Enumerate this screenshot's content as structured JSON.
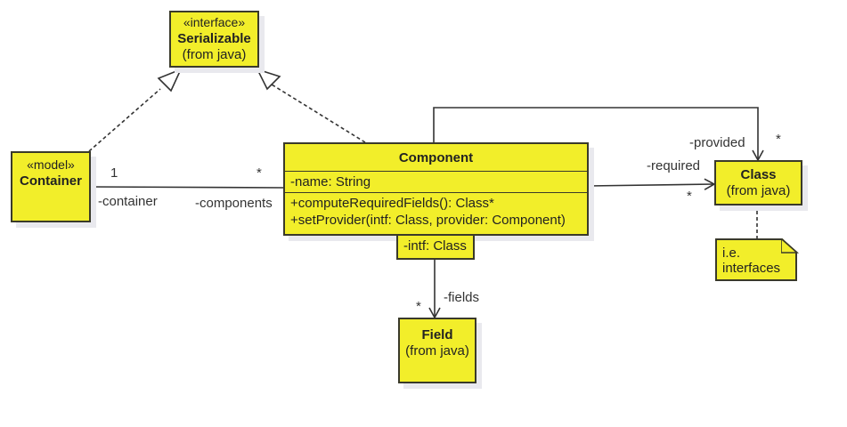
{
  "diagram": {
    "type": "uml-class-diagram",
    "colors": {
      "fill": "#f2ee2a",
      "stroke": "#3a3a2a",
      "text": "#222222"
    },
    "classes": {
      "serializable": {
        "stereotype": "«interface»",
        "name": "Serializable",
        "package": "(from java)"
      },
      "container": {
        "stereotype": "«model»",
        "name": "Container"
      },
      "component": {
        "name": "Component",
        "attributes": [
          "-name: String"
        ],
        "operations": [
          "+computeRequiredFields(): Class*",
          "+setProvider(intf: Class, provider: Component)"
        ],
        "qualifier": "-intf: Class"
      },
      "class": {
        "name": "Class",
        "package": "(from java)"
      },
      "field": {
        "name": "Field",
        "package": "(from java)"
      }
    },
    "note": {
      "lines": [
        "i.e.",
        "interfaces"
      ]
    },
    "associations": {
      "container_component": {
        "source_mult": "1",
        "source_role": "-container",
        "target_mult": "*",
        "target_role": "-components"
      },
      "component_class_required": {
        "role": "-required",
        "mult": "*"
      },
      "component_class_provided": {
        "role": "-provided",
        "mult": "*"
      },
      "component_field": {
        "role": "-fields",
        "mult": "*"
      }
    }
  }
}
